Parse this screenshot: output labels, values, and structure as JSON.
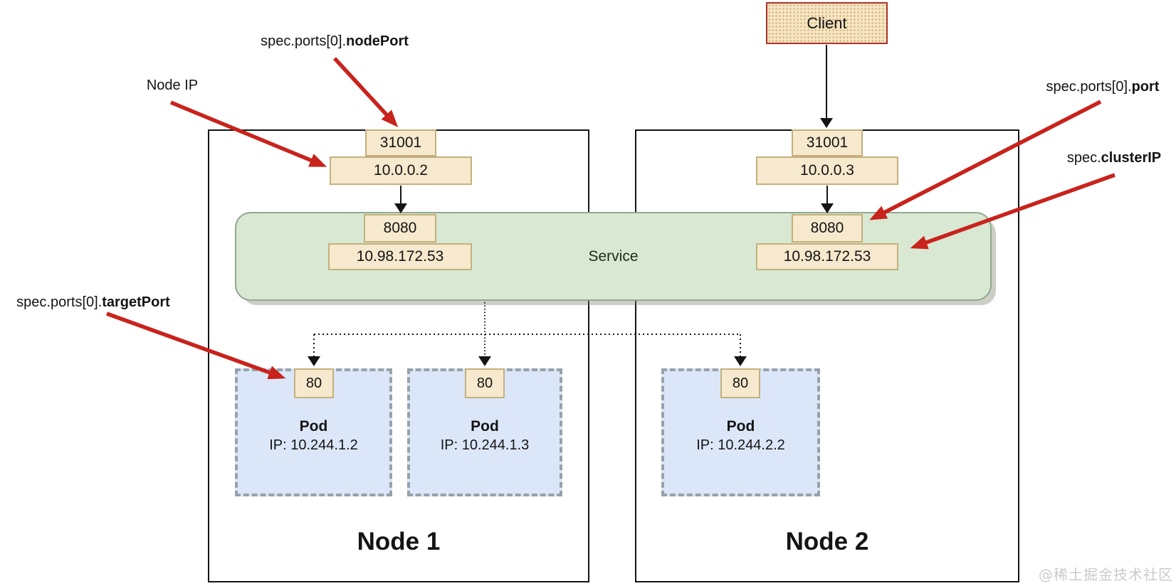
{
  "client": {
    "label": "Client"
  },
  "annotations": {
    "node_port": {
      "prefix": "spec.ports[0].",
      "bold": "nodePort"
    },
    "node_ip": {
      "label": "Node IP"
    },
    "port": {
      "prefix": "spec.ports[0].",
      "bold": "port"
    },
    "cluster_ip": {
      "prefix": "spec.",
      "bold": "clusterIP"
    },
    "target_port": {
      "prefix": "spec.ports[0].",
      "bold": "targetPort"
    }
  },
  "service": {
    "label": "Service"
  },
  "nodes": [
    {
      "name": "Node 1",
      "node_port": "31001",
      "node_ip": "10.0.0.2",
      "service_port": "8080",
      "cluster_ip": "10.98.172.53",
      "pods": [
        {
          "title": "Pod",
          "port": "80",
          "ip": "IP: 10.244.1.2"
        },
        {
          "title": "Pod",
          "port": "80",
          "ip": "IP: 10.244.1.3"
        }
      ]
    },
    {
      "name": "Node 2",
      "node_port": "31001",
      "node_ip": "10.0.0.3",
      "service_port": "8080",
      "cluster_ip": "10.98.172.53",
      "pods": [
        {
          "title": "Pod",
          "port": "80",
          "ip": "IP: 10.244.2.2"
        }
      ]
    }
  ],
  "watermark": "@稀土掘金技术社区",
  "colors": {
    "tan_fill": "#f7e9cd",
    "tan_border": "#c4b07c",
    "client_border": "#ae3129",
    "green_fill": "#d8e8d3",
    "green_border": "#8fa88f",
    "pod_fill": "#dbe7f9",
    "pod_border": "#97a1aa",
    "red_arrow": "#c8231c",
    "black_line": "#141414",
    "watermark": "#cbcbcb"
  }
}
